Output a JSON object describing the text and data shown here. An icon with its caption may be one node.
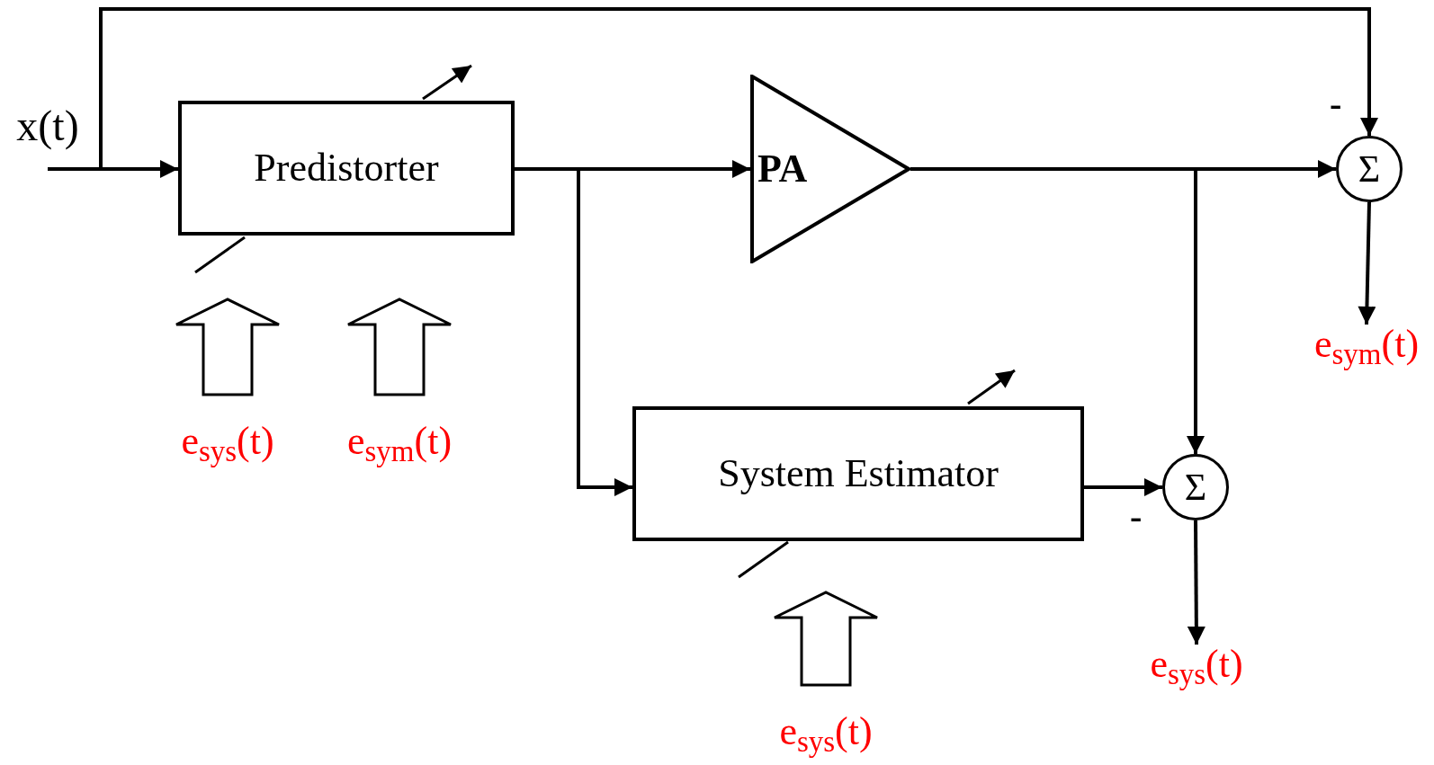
{
  "diagram": {
    "nodes": [
      {
        "text": [
          "x(t)"
        ]
      },
      {
        "text": [
          "Predistorter"
        ]
      },
      {
        "text": [
          "PA"
        ]
      },
      {
        "text": [
          "Σ"
        ]
      },
      {
        "text": [
          "System Estimator"
        ]
      },
      {
        "text": [
          "Σ"
        ]
      },
      {
        "text": [
          "e$_{sym}$(t)"
        ]
      },
      {
        "text": [
          "e$_{sys}$(t)"
        ]
      },
      {
        "text": [
          "e$_{sys}$(t)"
        ]
      },
      {
        "text": [
          "e$_{sym}$(t)"
        ]
      },
      {
        "text": [
          "e$_{sys}$(t)"
        ]
      }
    ],
    "edges": [
      {
        "from": 0,
        "to": 1,
        "arrow": "to"
      },
      {
        "from": 0,
        "to": 3,
        "arrow": "to"
      },
      {
        "from": 1,
        "to": 2,
        "arrow": "to"
      },
      {
        "from": 1,
        "to": 4,
        "arrow": "to"
      },
      {
        "from": 2,
        "to": 3,
        "arrow": "to"
      },
      {
        "from": 2,
        "to": 5,
        "arrow": "to"
      },
      {
        "from": 4,
        "to": 5,
        "arrow": "to"
      },
      {
        "from": 3,
        "to": 6,
        "arrow": "to"
      },
      {
        "from": 5,
        "to": 7,
        "arrow": "to"
      },
      {
        "from": 8,
        "to": 1,
        "arrow": "to",
        "style": "thick"
      },
      {
        "from": 9,
        "to": 1,
        "arrow": "to",
        "style": "thick"
      },
      {
        "from": 10,
        "to": 4,
        "arrow": "to",
        "style": "thick"
      }
    ],
    "labels": [
      "-",
      "-"
    ]
  }
}
